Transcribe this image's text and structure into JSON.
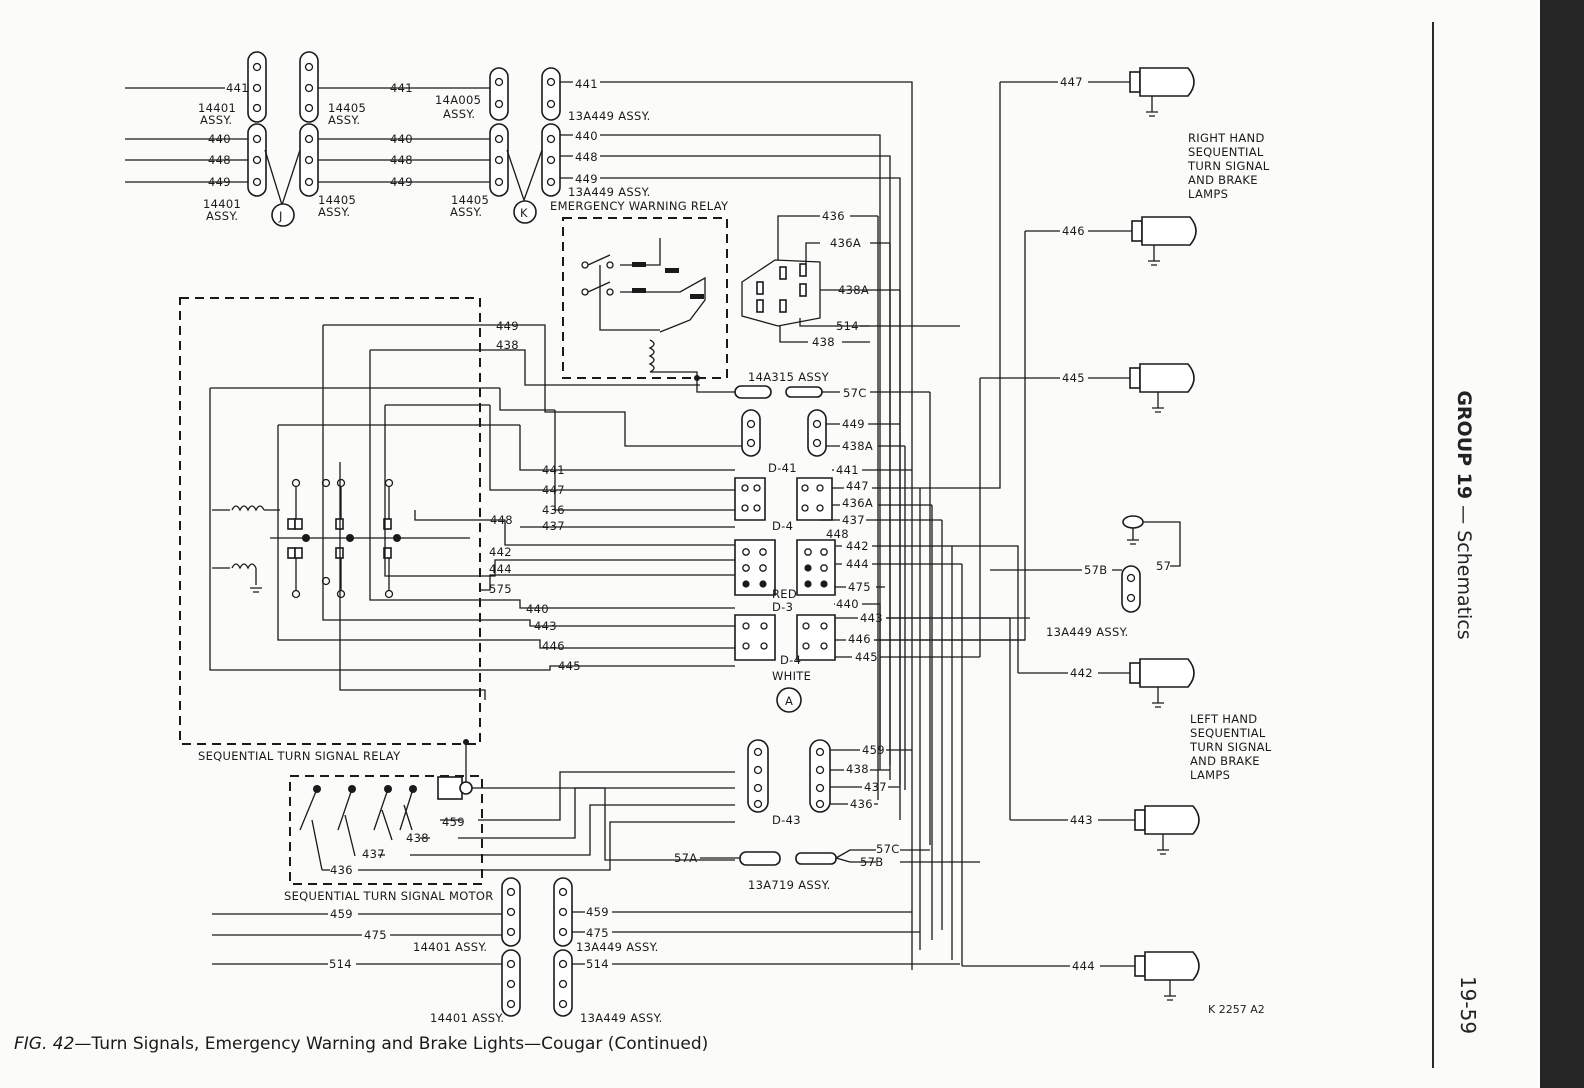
{
  "page": {
    "group_label": "GROUP 19",
    "group_sep": " — ",
    "group_title": "Schematics",
    "page_number": "19-59",
    "figure_number": "FIG. 42",
    "figure_caption": "—Turn Signals, Emergency Warning and Brake Lights—Cougar (Continued)",
    "figure_ref": "K 2257 A2"
  },
  "diagram": {
    "components": {
      "seq_relay": "SEQUENTIAL TURN SIGNAL RELAY",
      "seq_motor": "SEQUENTIAL TURN SIGNAL MOTOR",
      "emergency_relay": "EMERGENCY WARNING RELAY",
      "right_lamps": [
        "RIGHT HAND",
        "SEQUENTIAL",
        "TURN SIGNAL",
        "AND BRAKE",
        "LAMPS"
      ],
      "left_lamps": [
        "LEFT HAND",
        "SEQUENTIAL",
        "TURN SIGNAL",
        "AND BRAKE",
        "LAMPS"
      ]
    },
    "connectors": {
      "c14401": "14401",
      "c14401_assy": "14401 ASSY.",
      "c14405": "14405",
      "c14a005": "14A005",
      "c13a449_assy": "13A449 ASSY.",
      "c14a315_assy": "14A315 ASSY",
      "c13a719_assy": "13A719 ASSY.",
      "assy": "ASSY.",
      "d41": "D-41",
      "d4": "D-4",
      "d3": "D-3",
      "d43": "D-43",
      "red": "RED",
      "white": "WHITE",
      "ref_j": "J",
      "ref_k": "K",
      "ref_a": "A"
    },
    "circuits": {
      "c436": "436",
      "c436a": "436A",
      "c437": "437",
      "c438": "438",
      "c438a": "438A",
      "c440": "440",
      "c441": "441",
      "c442": "442",
      "c443": "443",
      "c444": "444",
      "c445": "445",
      "c446": "446",
      "c447": "447",
      "c448": "448",
      "c449": "449",
      "c459": "459",
      "c475": "475",
      "c514": "514",
      "c575": "575",
      "c57": "57",
      "c57a": "57A",
      "c57b": "57B",
      "c57c": "57C"
    }
  }
}
